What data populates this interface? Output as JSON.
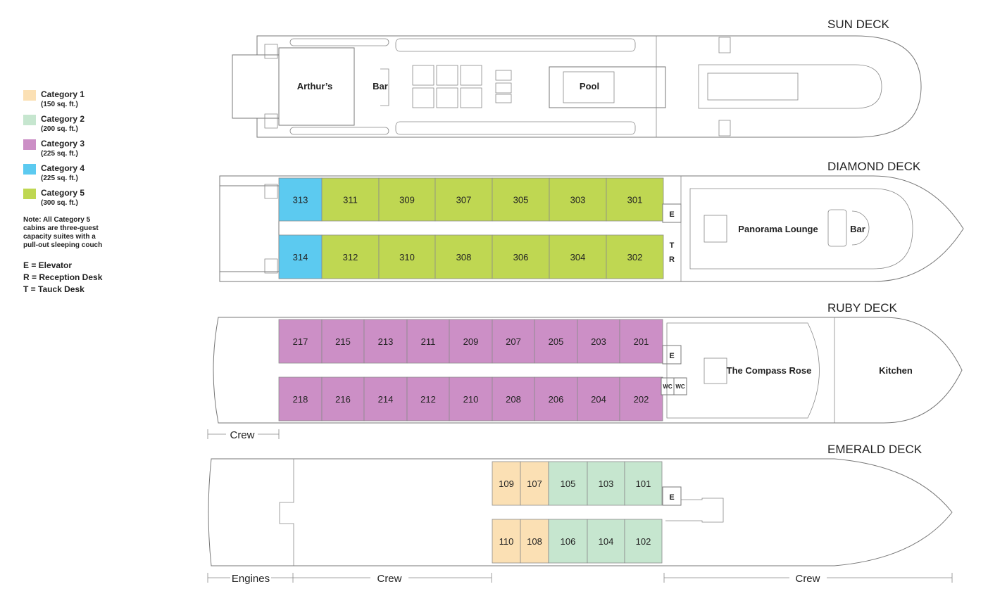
{
  "colors": {
    "category_1": "#fbe0b4",
    "category_2": "#c6e6cf",
    "category_3": "#cc8fc6",
    "category_4": "#5ccaf0",
    "category_5": "#bfd752",
    "outline": "#777777"
  },
  "legend": {
    "items": [
      {
        "label": "Category 1",
        "area": "(150 sq. ft.)"
      },
      {
        "label": "Category 2",
        "area": "(200 sq. ft.)"
      },
      {
        "label": "Category 3",
        "area": "(225 sq. ft.)"
      },
      {
        "label": "Category 4",
        "area": "(225 sq. ft.)"
      },
      {
        "label": "Category 5",
        "area": "(300 sq. ft.)"
      }
    ],
    "note": "Note: All Category 5 cabins are three-guest capacity suites with a pull-out sleeping couch",
    "abbreviations": [
      "E = Elevator",
      "R = Reception Desk",
      "T = Tauck Desk"
    ]
  },
  "sun_deck": {
    "title": "SUN DECK",
    "arthurs": "Arthur’s",
    "bar": "Bar",
    "pool": "Pool"
  },
  "diamond_deck": {
    "title": "DIAMOND DECK",
    "top_cabins": [
      "313",
      "311",
      "309",
      "307",
      "305",
      "303",
      "301"
    ],
    "bottom_cabins": [
      "314",
      "312",
      "310",
      "308",
      "306",
      "304",
      "302"
    ],
    "top_categories": [
      4,
      5,
      5,
      5,
      5,
      5,
      5
    ],
    "bottom_categories": [
      4,
      5,
      5,
      5,
      5,
      5,
      5
    ],
    "elevator": "E",
    "tauck": "T",
    "reception": "R",
    "lounge": "Panorama Lounge",
    "bar": "Bar"
  },
  "ruby_deck": {
    "title": "RUBY DECK",
    "top_cabins": [
      "217",
      "215",
      "213",
      "211",
      "209",
      "207",
      "205",
      "203",
      "201"
    ],
    "bottom_cabins": [
      "218",
      "216",
      "214",
      "212",
      "210",
      "208",
      "206",
      "204",
      "202"
    ],
    "elevator": "E",
    "wc_1": "WC",
    "wc_2": "WC",
    "restaurant": "The Compass Rose",
    "kitchen": "Kitchen",
    "crew": "Crew"
  },
  "emerald_deck": {
    "title": "EMERALD DECK",
    "top_cabins": [
      "109",
      "107",
      "105",
      "103",
      "101"
    ],
    "bottom_cabins": [
      "110",
      "108",
      "106",
      "104",
      "102"
    ],
    "top_categories": [
      1,
      1,
      2,
      2,
      2
    ],
    "bottom_categories": [
      1,
      1,
      2,
      2,
      2
    ],
    "elevator": "E",
    "engines": "Engines",
    "crew_mid": "Crew",
    "crew_fore": "Crew"
  }
}
